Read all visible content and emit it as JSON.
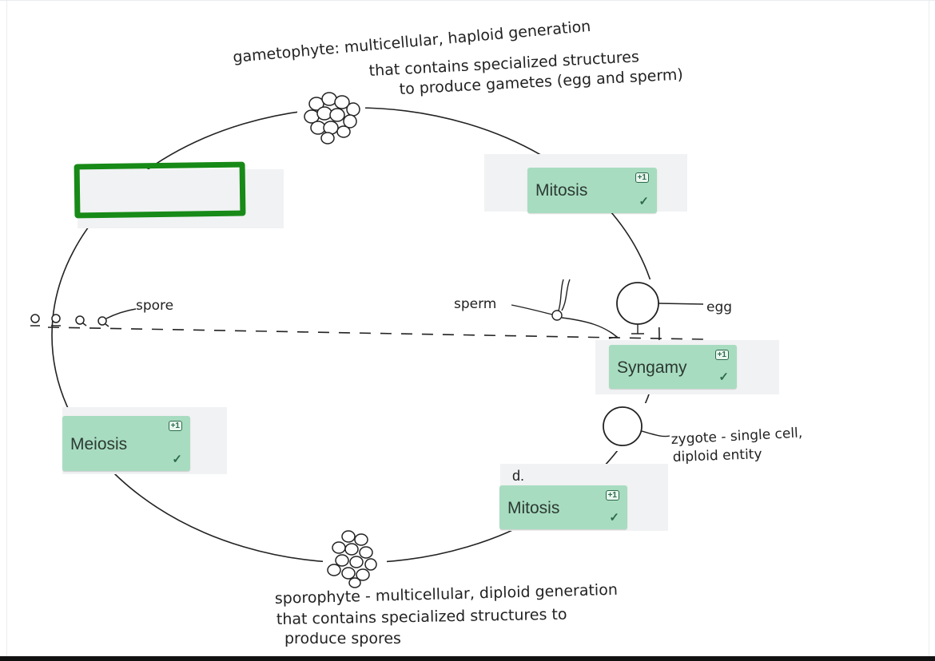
{
  "annotations": {
    "gametophyte_line1": "gametophyte: multicellular, haploid generation",
    "gametophyte_line2": "that contains specialized structures",
    "gametophyte_line3": "to produce gametes (egg and sperm)",
    "spore": "spore",
    "sperm": "sperm",
    "egg": "egg",
    "zygote_line1": "zygote - single cell,",
    "zygote_line2": "diploid entity",
    "sporophyte_line1": "sporophyte - multicellular, diploid generation",
    "sporophyte_line2": "that contains specialized structures to",
    "sporophyte_line3": "produce  spores",
    "d_label": "d."
  },
  "labels": {
    "mitosis_top": "Mitosis",
    "syngamy": "Syngamy",
    "meiosis": "Meiosis",
    "mitosis_bottom": "Mitosis",
    "badge": "+1",
    "check": "✓"
  },
  "colors": {
    "label_bg": "#a8dcc0",
    "drop_zone_border": "#178a17"
  }
}
